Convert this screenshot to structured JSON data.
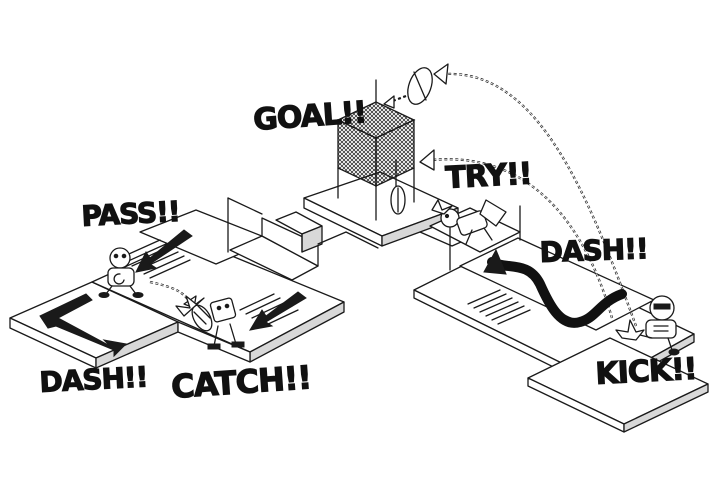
{
  "labels": {
    "goal": "GOAL!!",
    "try": "TRY!!",
    "pass": "PASS!!",
    "dash_left": "DASH!!",
    "catch": "CATCH!!",
    "dash_right": "DASH!!",
    "kick": "KICK!!"
  },
  "colors": {
    "ink": "#111111",
    "paper": "#ffffff",
    "shade": "#d8d8d8"
  }
}
